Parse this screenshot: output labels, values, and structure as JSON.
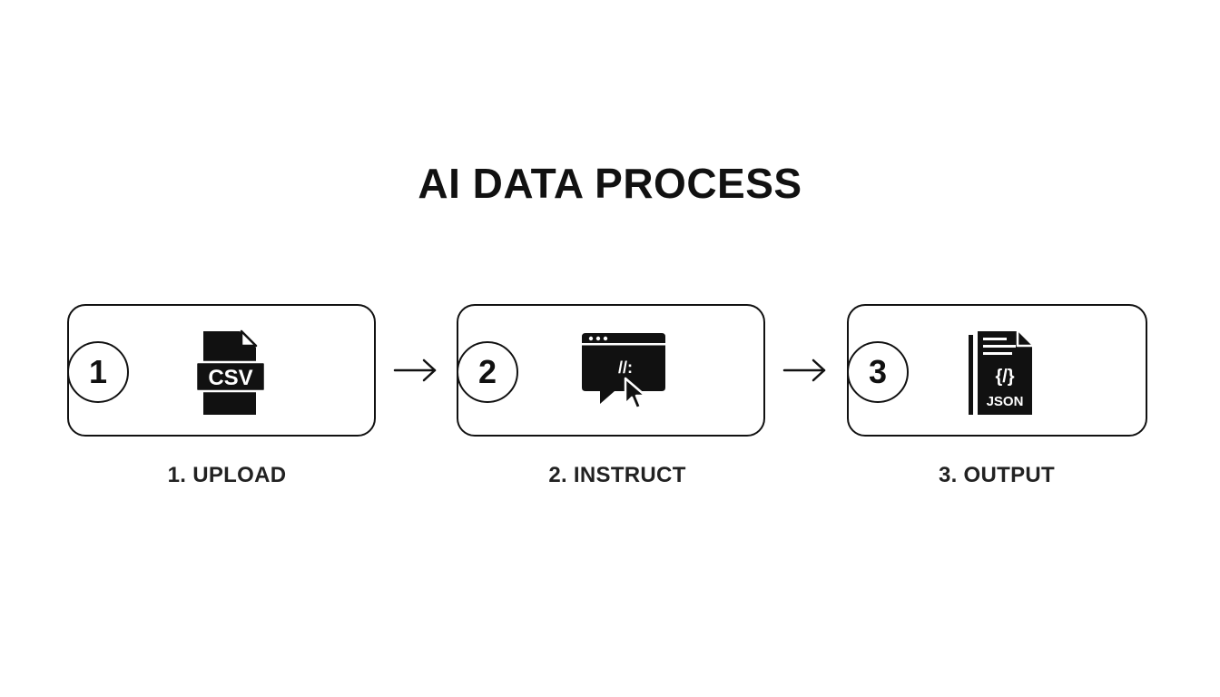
{
  "title": "AI DATA PROCESS",
  "accent_color": "#111111",
  "steps": [
    {
      "number": "1",
      "icon": "csv-file-icon",
      "icon_text": "CSV",
      "label": "1. UPLOAD"
    },
    {
      "number": "2",
      "icon": "browser-code-cursor-icon",
      "icon_text": "//:",
      "label": "2. INSTRUCT"
    },
    {
      "number": "3",
      "icon": "json-file-icon",
      "icon_text": "{/}",
      "icon_subtext": "JSON",
      "label": "3. OUTPUT"
    }
  ],
  "connectors": [
    {
      "icon": "arrow-right-icon"
    },
    {
      "icon": "arrow-right-icon"
    }
  ]
}
